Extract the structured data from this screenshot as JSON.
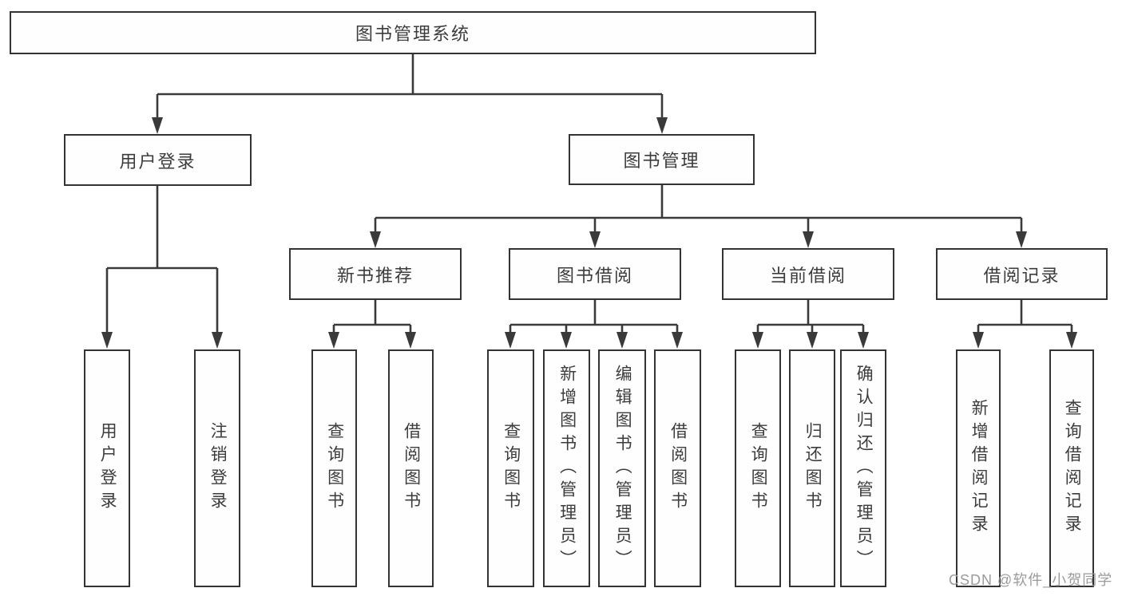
{
  "diagram": {
    "root": {
      "label": "图书管理系统"
    },
    "level2": [
      {
        "label": "用户登录"
      },
      {
        "label": "图书管理"
      }
    ],
    "level3": [
      {
        "label": "新书推荐"
      },
      {
        "label": "图书借阅"
      },
      {
        "label": "当前借阅"
      },
      {
        "label": "借阅记录"
      }
    ],
    "level4": {
      "user_login": [
        {
          "label": "用户登录"
        },
        {
          "label": "注销登录"
        }
      ],
      "new_book": [
        {
          "label": "查询图书"
        },
        {
          "label": "借阅图书"
        }
      ],
      "book_borrow": [
        {
          "label": "查询图书"
        },
        {
          "label": "新增图书（管理员）"
        },
        {
          "label": "编辑图书（管理员）"
        },
        {
          "label": "借阅图书"
        }
      ],
      "current_borrow": [
        {
          "label": "查询图书"
        },
        {
          "label": "归还图书"
        },
        {
          "label": "确认归还（管理员）"
        }
      ],
      "borrow_record": [
        {
          "label": "新增借阅记录"
        },
        {
          "label": "查询借阅记录"
        }
      ]
    }
  },
  "watermark": {
    "text": "CSDN @软件_小贺同学"
  },
  "colors": {
    "line": "#3a3a3a",
    "box_border": "#333333",
    "text": "#3c3c3c",
    "background": "#ffffff",
    "watermark": "#9b9b9b"
  }
}
